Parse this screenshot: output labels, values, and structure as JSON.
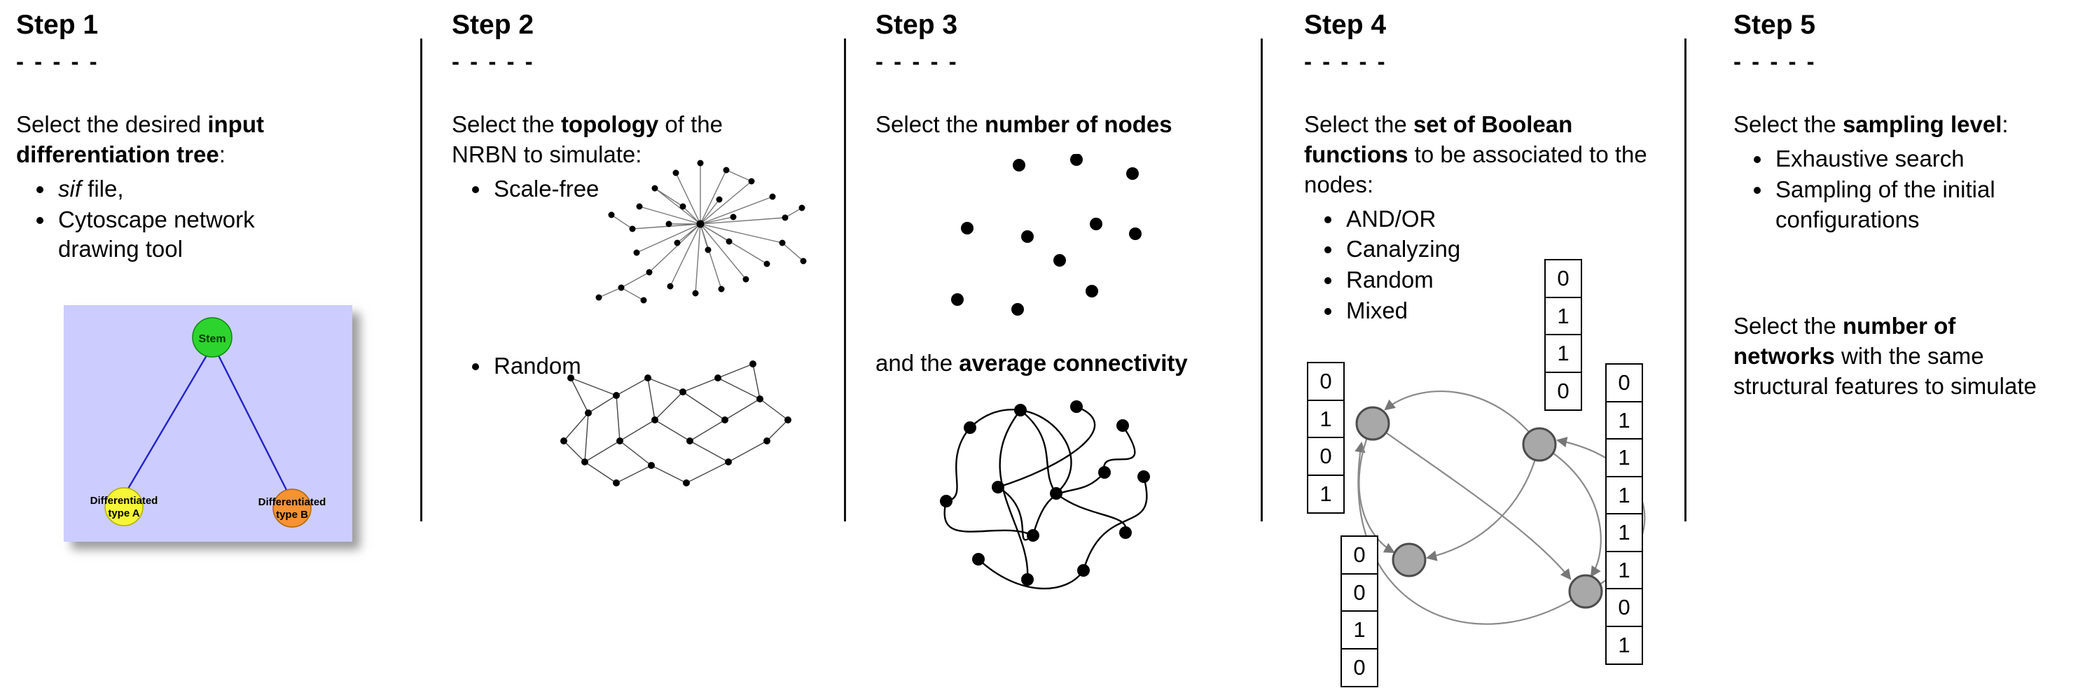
{
  "colors": {
    "tree_background": "#ccccff",
    "stem_green": "#2ed42e",
    "type_a_yellow": "#f6f637",
    "type_b_orange": "#f79233",
    "tree_edge_blue": "#2222cc",
    "boolean_node_gray": "#a8a8a8",
    "network_edge_gray": "#8a8a8a"
  },
  "steps": [
    {
      "title": "Step 1",
      "dashes": "- - - - -",
      "intro": {
        "pre": "Select the desired ",
        "bold": "input differentiation tree",
        "post": ":"
      },
      "bullets": [
        {
          "italic": "sif",
          "rest": " file,"
        },
        {
          "text": "Cytoscape network drawing tool"
        }
      ],
      "tree": {
        "stem": "Stem",
        "type_a_line1": "Differentiated",
        "type_a_line2": "type A",
        "type_b_line1": "Differentiated",
        "type_b_line2": "type B"
      }
    },
    {
      "title": "Step 2",
      "dashes": "- - - - -",
      "intro": {
        "pre": "Select the ",
        "bold": "topology",
        "post": " of the NRBN to simulate:"
      },
      "bullets": [
        {
          "text": "Scale-free"
        },
        {
          "text": "Random"
        }
      ]
    },
    {
      "title": "Step 3",
      "dashes": "- - - - -",
      "intro": {
        "pre": "Select the ",
        "bold": "number of nodes",
        "post": ""
      },
      "second": {
        "pre": "and the ",
        "bold": "average connectivity",
        "post": ""
      }
    },
    {
      "title": "Step 4",
      "dashes": "- - - - -",
      "intro": {
        "pre": "Select the ",
        "bold": "set of Boolean functions",
        "post": " to be associated to the nodes:"
      },
      "bullets": [
        {
          "text": "AND/OR"
        },
        {
          "text": "Canalyzing"
        },
        {
          "text": "Random"
        },
        {
          "text": "Mixed"
        }
      ],
      "truth_tables": {
        "left": [
          "0",
          "1",
          "0",
          "1"
        ],
        "top": [
          "0",
          "1",
          "1",
          "0"
        ],
        "bottom": [
          "0",
          "0",
          "1",
          "0"
        ],
        "right": [
          "0",
          "1",
          "1",
          "1",
          "1",
          "1",
          "0",
          "1"
        ]
      }
    },
    {
      "title": "Step 5",
      "dashes": "- - - - -",
      "intro": {
        "pre": "Select the ",
        "bold": "sampling level",
        "post": ":"
      },
      "bullets": [
        {
          "text": "Exhaustive search"
        },
        {
          "text": "Sampling of the initial configurations"
        }
      ],
      "second": {
        "pre": "Select the ",
        "bold": "number of networks",
        "post": " with the same structural features to simulate"
      }
    }
  ]
}
